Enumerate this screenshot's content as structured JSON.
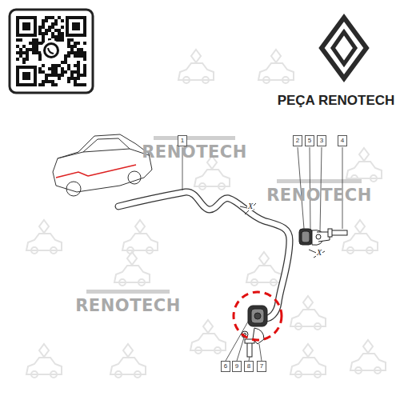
{
  "diagram": {
    "labels": [
      "PEÇA RENOTECH",
      "RENOTECH",
      "RENOTECH",
      "RENOTECH",
      "1",
      "2",
      "5",
      "3",
      "4",
      "6",
      "9",
      "8",
      "7",
      "X",
      "X"
    ]
  }
}
